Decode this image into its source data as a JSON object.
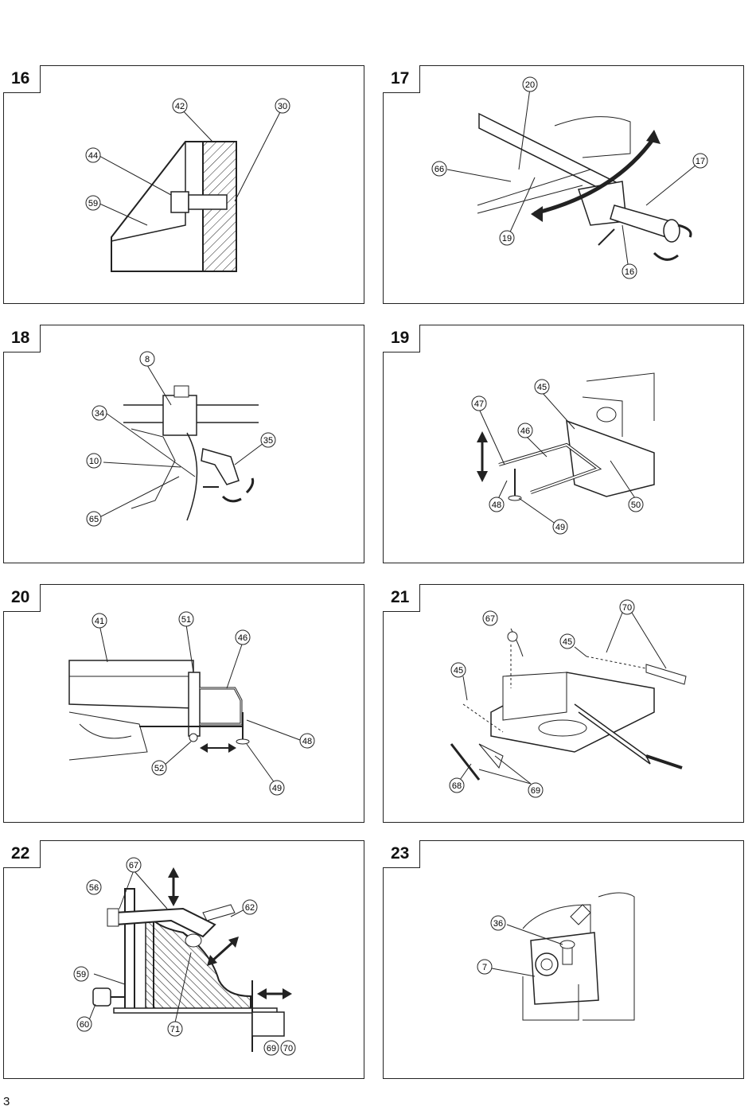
{
  "figures": [
    {
      "number": "16",
      "callouts": [
        "42",
        "30",
        "44",
        "59"
      ]
    },
    {
      "number": "17",
      "callouts": [
        "20",
        "66",
        "17",
        "19",
        "16"
      ]
    },
    {
      "number": "18",
      "callouts": [
        "8",
        "34",
        "35",
        "10",
        "65"
      ]
    },
    {
      "number": "19",
      "callouts": [
        "45",
        "47",
        "46",
        "48",
        "50",
        "49"
      ]
    },
    {
      "number": "20",
      "callouts": [
        "41",
        "51",
        "46",
        "48",
        "52",
        "49"
      ]
    },
    {
      "number": "21",
      "callouts": [
        "67",
        "70",
        "45",
        "45",
        "68",
        "69"
      ]
    },
    {
      "number": "22",
      "callouts": [
        "67",
        "56",
        "62",
        "59",
        "60",
        "71",
        "69",
        "70"
      ]
    },
    {
      "number": "23",
      "callouts": [
        "36",
        "7"
      ]
    }
  ],
  "page_number": "3"
}
